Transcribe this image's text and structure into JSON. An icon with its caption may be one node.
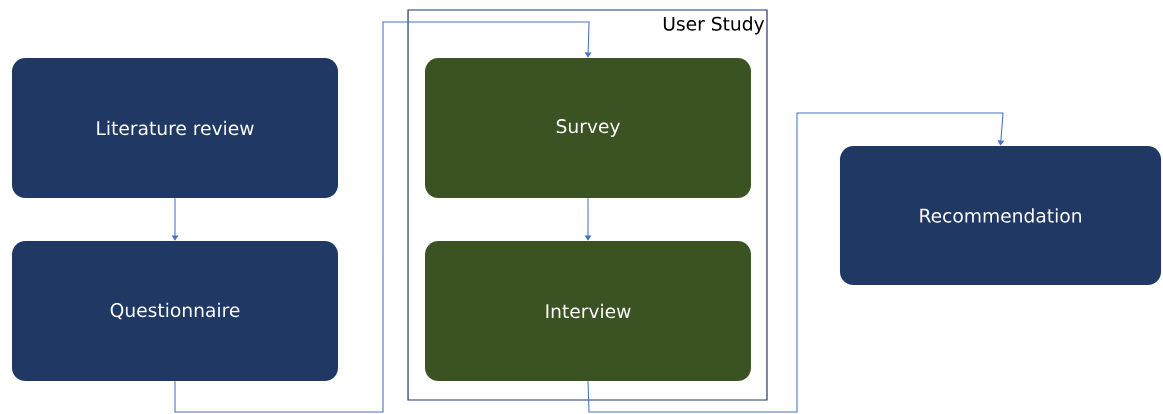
{
  "diagram": {
    "nodes": [
      {
        "text": [
          "User Study"
        ]
      },
      {
        "text": [
          "Literature review"
        ]
      },
      {
        "text": [
          "Questionnaire"
        ]
      },
      {
        "text": [
          "Survey"
        ],
        "in": 0
      },
      {
        "text": [
          "Interview"
        ],
        "in": 0
      },
      {
        "text": [
          "Recommendation"
        ]
      }
    ],
    "edges": [
      {
        "from": 1,
        "to": 2,
        "arrow": "to"
      },
      {
        "from": 2,
        "to": 3,
        "arrow": "to"
      },
      {
        "from": 3,
        "to": 4,
        "arrow": "to"
      },
      {
        "from": 4,
        "to": 5,
        "arrow": "to"
      }
    ]
  }
}
